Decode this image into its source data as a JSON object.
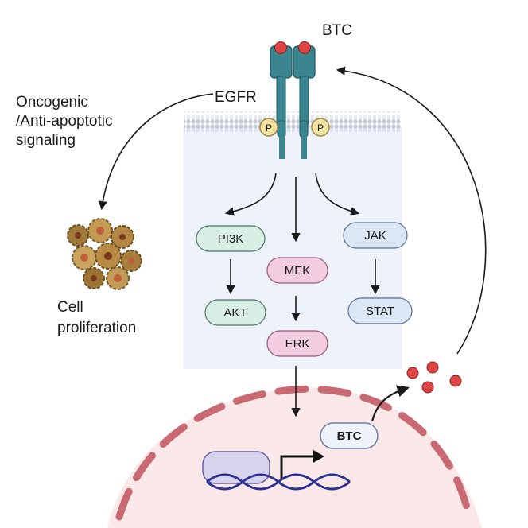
{
  "labels": {
    "ligand": "BTC",
    "receptor": "EGFR",
    "signaling": [
      "Oncogenic",
      "/Anti-apoptotic",
      "signaling"
    ],
    "outcome": [
      "Cell",
      "proliferation"
    ],
    "phospho": "P"
  },
  "nodes": {
    "pi3k": "PI3K",
    "akt": "AKT",
    "mek": "MEK",
    "erk": "ERK",
    "jak": "JAK",
    "stat": "STAT",
    "btc_gene_product": "BTC"
  },
  "colors": {
    "receptor": "#3a8590",
    "ligand_dot": "#e04545",
    "pi3k_fill": "#d9efe6",
    "mek_fill": "#f3cde0",
    "jak_fill": "#dce7f5",
    "nucleus_fill": "#fbe9ea",
    "nucleus_border": "#c96a72",
    "dna": "#2c3391",
    "phospho_fill": "#f3e3a3"
  }
}
